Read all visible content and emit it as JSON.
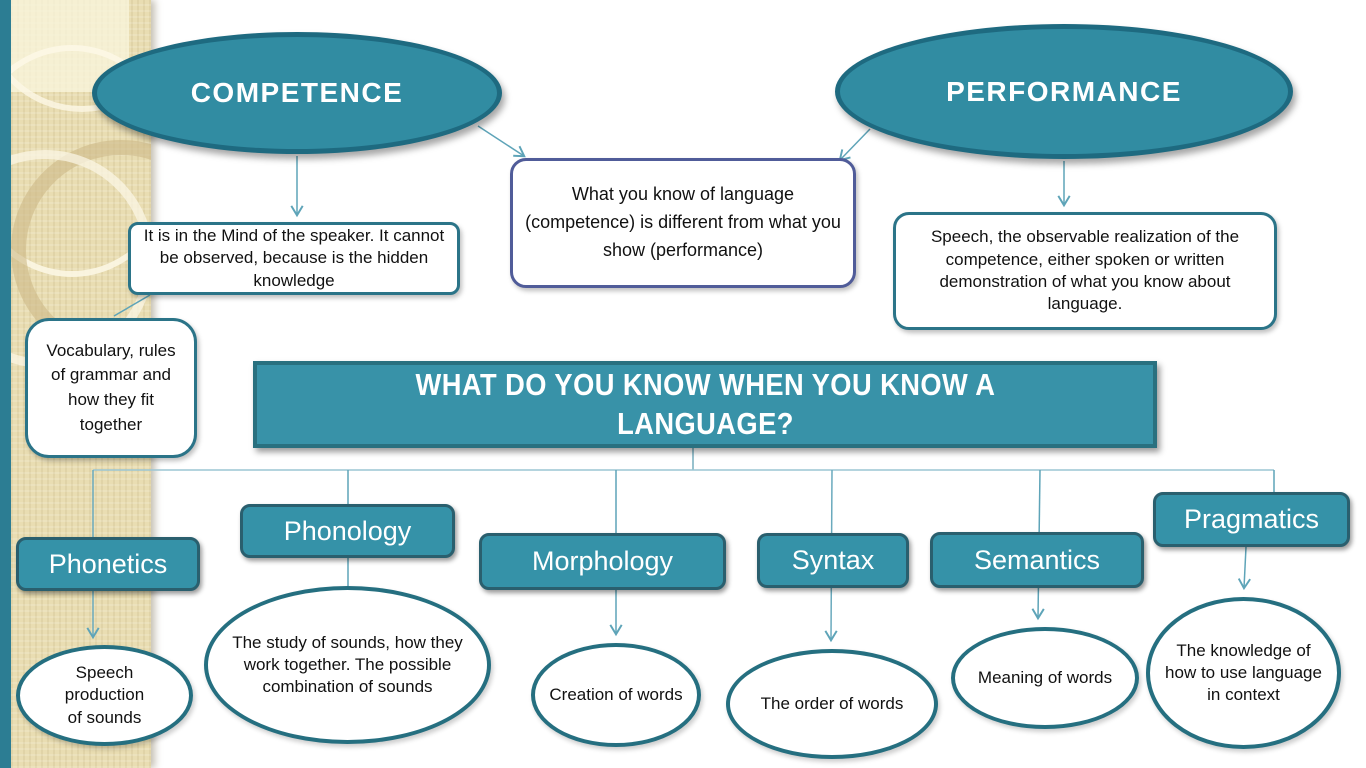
{
  "colors": {
    "teal_fill": "#318ca2",
    "teal_dark_border": "#1e6a80",
    "branch_fill": "#3592a8",
    "branch_border": "#2a5f6e",
    "note_border_teal": "#2b7488",
    "note_border_slate": "#505c99",
    "arrow": "#5ea4b8",
    "connector_light": "#9cc6d3",
    "sidebar_beige": "#e9ddb2",
    "accent_bar": "#2c7d93"
  },
  "top": {
    "competence_label": "COMPETENCE",
    "performance_label": "PERFORMANCE",
    "definition_note": "What you know of language (competence) is different from what you show (performance)",
    "competence_note": "It is in the Mind of the speaker. It cannot be observed, because is the hidden knowledge",
    "performance_note": "Speech, the observable realization of the competence, either spoken or written demonstration of what you know about language.",
    "vocabulary_note": "Vocabulary, rules of grammar and how they fit together"
  },
  "banner": {
    "title": "WHAT DO YOU KNOW WHEN YOU KNOW A\nLANGUAGE?"
  },
  "branches": [
    {
      "label": "Phonetics",
      "note": "Speech production\nof sounds"
    },
    {
      "label": "Phonology",
      "note": "The study of sounds, how they work together. The possible combination of sounds"
    },
    {
      "label": "Morphology",
      "note": "Creation of words"
    },
    {
      "label": "Syntax",
      "note": "The order of words"
    },
    {
      "label": "Semantics",
      "note": "Meaning of words"
    },
    {
      "label": "Pragmatics",
      "note": "The knowledge of how to use language in context"
    }
  ]
}
